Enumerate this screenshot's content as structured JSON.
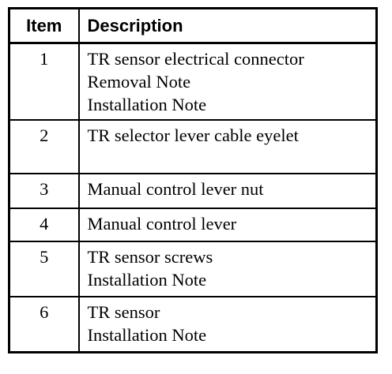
{
  "table": {
    "headers": {
      "item": "Item",
      "description": "Description"
    },
    "rows": [
      {
        "item": "1",
        "lines": [
          "TR sensor electrical connector",
          "Removal Note",
          "Installation Note"
        ]
      },
      {
        "item": "2",
        "lines": [
          "TR selector lever cable eyelet"
        ]
      },
      {
        "item": "3",
        "lines": [
          "Manual control lever nut"
        ]
      },
      {
        "item": "4",
        "lines": [
          "Manual control lever"
        ]
      },
      {
        "item": "5",
        "lines": [
          "TR sensor screws",
          "Installation Note"
        ]
      },
      {
        "item": "6",
        "lines": [
          "TR sensor",
          "Installation Note"
        ]
      }
    ]
  }
}
